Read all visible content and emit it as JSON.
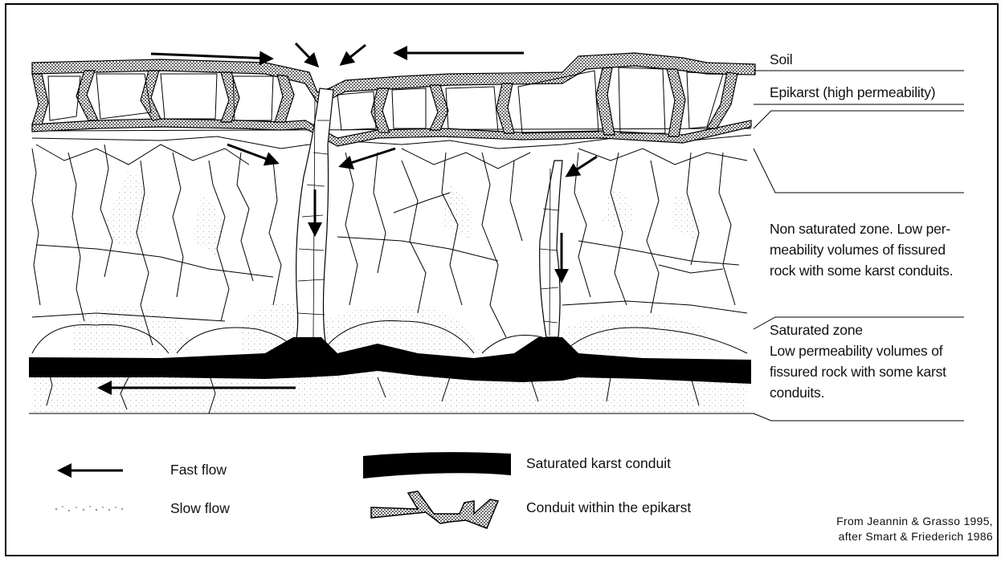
{
  "zones": {
    "soil": "Soil",
    "epikarst": "Epikarst (high permeability)",
    "nonsat": [
      "Non saturated zone. Low per-",
      "meability volumes of fissured",
      "rock with some karst conduits."
    ],
    "sat": [
      "Saturated zone",
      "Low permeability volumes of",
      "fissured rock with some karst",
      "conduits."
    ]
  },
  "legend": {
    "fast_flow": "Fast flow",
    "slow_flow": "Slow flow",
    "saturated_conduit": "Saturated karst conduit",
    "epikarst_conduit": "Conduit within the epikarst"
  },
  "credit": [
    "From Jeannin & Grasso 1995,",
    "after Smart & Friederich 1986"
  ]
}
